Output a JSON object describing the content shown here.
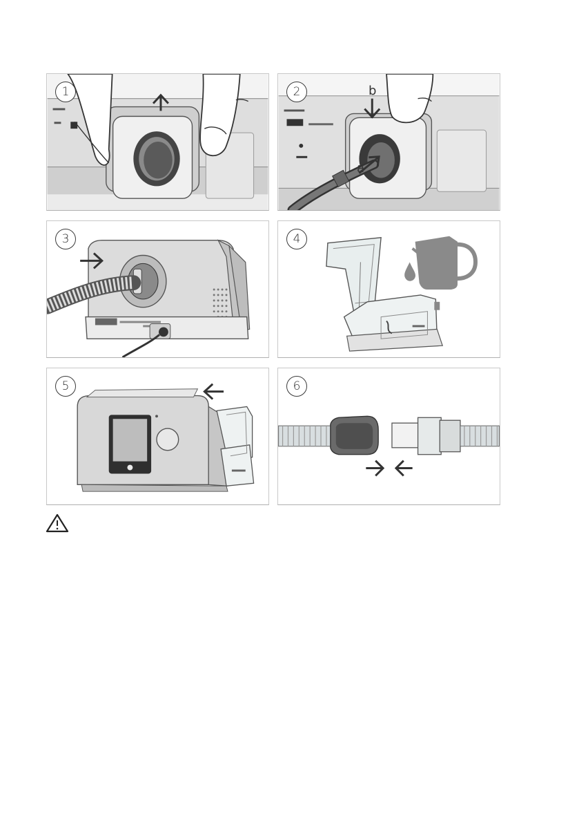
{
  "steps": [
    {
      "number": "1"
    },
    {
      "number": "2",
      "callout_a": "a",
      "callout_b": "b"
    },
    {
      "number": "3"
    },
    {
      "number": "4"
    },
    {
      "number": "5"
    },
    {
      "number": "6"
    }
  ],
  "icons": {
    "warning": "warning-triangle-icon"
  }
}
